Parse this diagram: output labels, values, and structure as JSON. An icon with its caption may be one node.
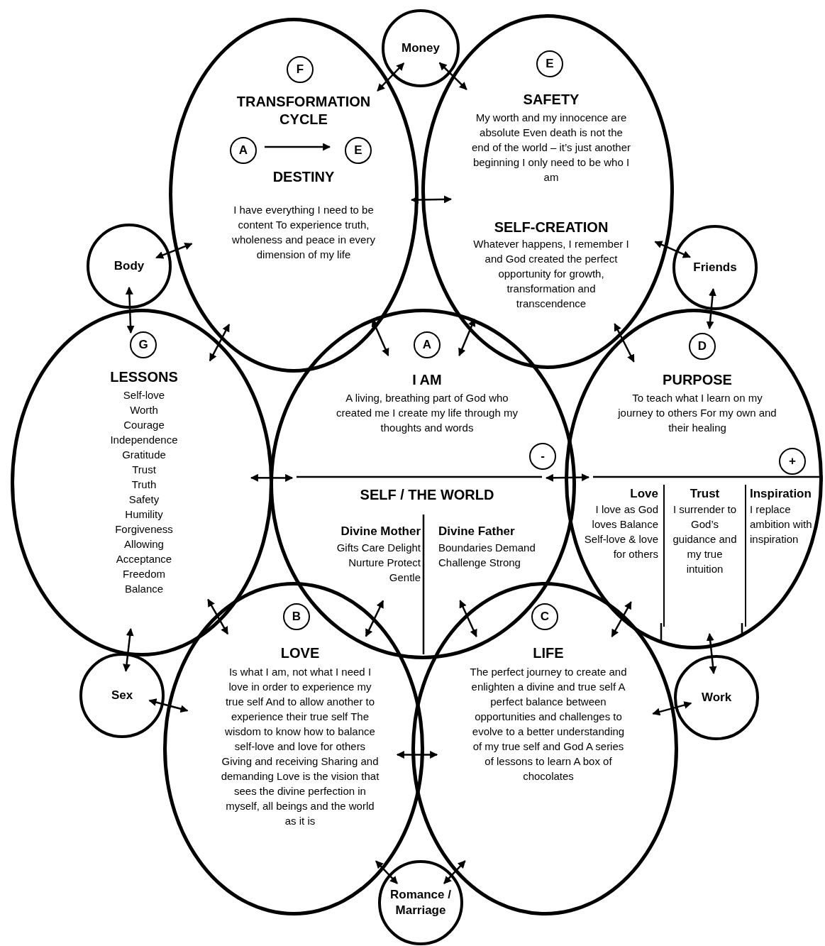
{
  "diagram": {
    "nodes": [
      {
        "text": [
          "TRANSFORMATION CYCLE",
          "DESTINY",
          "I have everything I need to be content To experience truth, wholeness and peace in every dimension of my life"
        ]
      },
      {
        "text": [
          "F"
        ],
        "in": 0
      },
      {
        "text": [
          "A"
        ],
        "in": 0
      },
      {
        "text": [
          "E"
        ],
        "in": 0
      },
      {
        "text": [
          "SAFETY",
          "My worth and my innocence are absolute Even death is not the end of the world – it’s just another beginning I only need to be who I am",
          "SELF-CREATION",
          "Whatever happens, I remember I and God created the perfect opportunity for growth, transformation and transcendence"
        ]
      },
      {
        "text": [
          "E"
        ],
        "in": 4
      },
      {
        "text": [
          "I AM",
          "A living, breathing part of God who created me I create my life through my thoughts and words",
          "SELF / THE WORLD",
          "Divine Mother",
          "Gifts Care Delight Nurture Protect Gentle",
          "Divine Father",
          "Boundaries Demand Challenge Strong"
        ]
      },
      {
        "text": [
          "A"
        ],
        "in": 6
      },
      {
        "text": [
          "-"
        ],
        "in": 6
      },
      {
        "text": [
          "LESSONS",
          "Self-love Worth Courage Independence Gratitude Trust Truth Safety Humility Forgiveness Allowing Acceptance Freedom Balance"
        ]
      },
      {
        "text": [
          "G"
        ],
        "in": 9
      },
      {
        "text": [
          "PURPOSE",
          "To teach what I learn on my journey to others For my own and their healing"
        ]
      },
      {
        "text": [
          "D"
        ],
        "in": 11
      },
      {
        "text": [
          "+"
        ],
        "in": 11
      },
      {
        "text": [
          "Love",
          "I love as God loves Balance Self-love & love for others"
        ],
        "in": 11
      },
      {
        "text": [
          "Trust",
          "I surrender to God’s guidance and my true intuition"
        ],
        "in": 11
      },
      {
        "text": [
          "Inspiration",
          "I replace ambition with inspiration"
        ],
        "in": 11
      },
      {
        "text": [
          "LOVE",
          "Is what I am, not what I need I love in order to experience my true self And to allow another to experience their true self The wisdom to know how to balance self-love and love for others Giving and receiving Sharing and demanding Love is the vision that sees the divine perfection in myself, all beings and the world as it is"
        ]
      },
      {
        "text": [
          "B"
        ]
      },
      {
        "text": [
          "LIFE",
          "The perfect journey to create and enlighten a divine and true self A perfect balance between opportunities and challenges to evolve to a better understanding of my true self and God A series of lessons to learn A box of chocolates"
        ]
      },
      {
        "text": [
          "C"
        ]
      },
      {
        "text": [
          "Money"
        ]
      },
      {
        "text": [
          "Body"
        ]
      },
      {
        "text": [
          "Friends"
        ]
      },
      {
        "text": [
          "Sex"
        ]
      },
      {
        "text": [
          "Work"
        ]
      },
      {
        "text": [
          "Romance / Marriage"
        ]
      }
    ],
    "edges": [
      {
        "from": 21,
        "to": 0,
        "arrow": "both"
      },
      {
        "from": 21,
        "to": 4,
        "arrow": "both"
      },
      {
        "from": 0,
        "to": 4,
        "arrow": "both"
      },
      {
        "from": 22,
        "to": 0,
        "arrow": "both"
      },
      {
        "from": 22,
        "to": 9,
        "arrow": "both"
      },
      {
        "from": 23,
        "to": 4,
        "arrow": "both"
      },
      {
        "from": 23,
        "to": 11,
        "arrow": "both"
      },
      {
        "from": 0,
        "to": 9,
        "arrow": "both"
      },
      {
        "from": 0,
        "to": 6,
        "arrow": "both"
      },
      {
        "from": 4,
        "to": 6,
        "arrow": "both"
      },
      {
        "from": 4,
        "to": 11,
        "arrow": "both"
      },
      {
        "from": 9,
        "to": 6,
        "arrow": "both"
      },
      {
        "from": 6,
        "to": 11,
        "arrow": "both"
      },
      {
        "from": 9,
        "to": 17,
        "arrow": "both"
      },
      {
        "from": 6,
        "to": 17,
        "arrow": "both"
      },
      {
        "from": 6,
        "to": 19,
        "arrow": "both"
      },
      {
        "from": 11,
        "to": 19,
        "arrow": "both"
      },
      {
        "from": 24,
        "to": 9,
        "arrow": "both"
      },
      {
        "from": 24,
        "to": 17,
        "arrow": "both"
      },
      {
        "from": 17,
        "to": 19,
        "arrow": "both"
      },
      {
        "from": 25,
        "to": 11,
        "arrow": "both"
      },
      {
        "from": 25,
        "to": 19,
        "arrow": "both"
      },
      {
        "from": 26,
        "to": 17,
        "arrow": "both"
      },
      {
        "from": 26,
        "to": 19,
        "arrow": "both"
      },
      {
        "from": 2,
        "to": 3,
        "arrow": "to"
      }
    ]
  }
}
